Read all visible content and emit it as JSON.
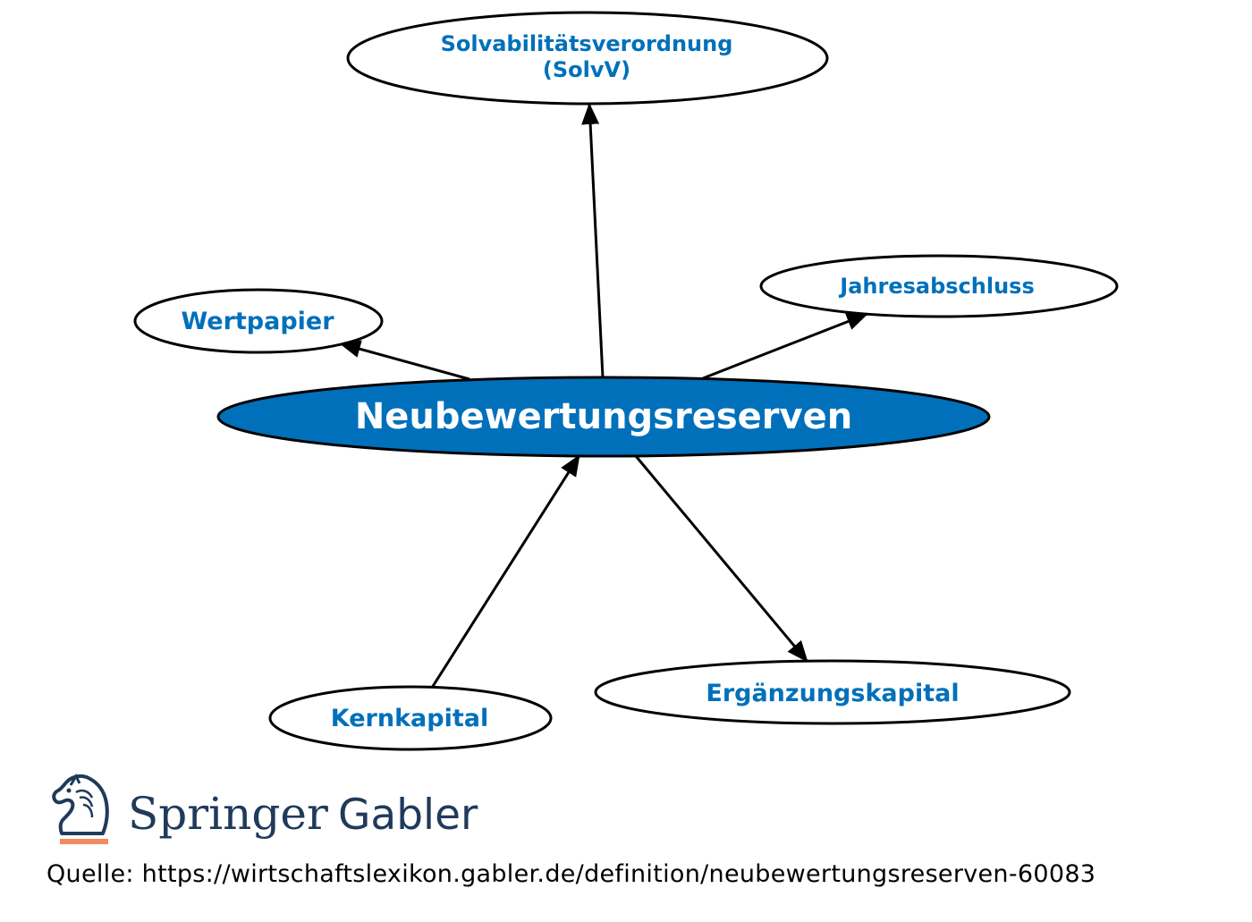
{
  "diagram": {
    "center": {
      "id": "neubewertungsreserven",
      "label": "Neubewertungsreserven"
    },
    "nodes": [
      {
        "id": "solvv",
        "lines": [
          "Solvabilitätsverordnung",
          "(SolvV)"
        ]
      },
      {
        "id": "jahresabschluss",
        "lines": [
          "Jahresabschluss"
        ]
      },
      {
        "id": "wertpapier",
        "lines": [
          "Wertpapier"
        ]
      },
      {
        "id": "kernkapital",
        "lines": [
          "Kernkapital"
        ]
      },
      {
        "id": "ergaenzungskapital",
        "lines": [
          "Ergänzungskapital"
        ]
      }
    ],
    "edges": [
      {
        "from": "neubewertungsreserven",
        "to": "solvv"
      },
      {
        "from": "neubewertungsreserven",
        "to": "jahresabschluss"
      },
      {
        "from": "neubewertungsreserven",
        "to": "wertpapier"
      },
      {
        "from": "kernkapital",
        "to": "neubewertungsreserven"
      },
      {
        "from": "neubewertungsreserven",
        "to": "ergaenzungskapital"
      }
    ]
  },
  "branding": {
    "name_primary": "Springer",
    "name_secondary": "Gabler",
    "logo_icon": "chess-knight-icon"
  },
  "source": {
    "text": "Quelle: https://wirtschaftslexikon.gabler.de/definition/neubewertungsreserven-60083"
  },
  "colors": {
    "accent_blue": "#0070bb",
    "center_fill": "#0070bb",
    "center_text": "#ffffff",
    "node_fill": "#ffffff",
    "node_stroke": "#000000",
    "brand_navy": "#1f3a5a",
    "brand_orange": "#f28a5c"
  }
}
